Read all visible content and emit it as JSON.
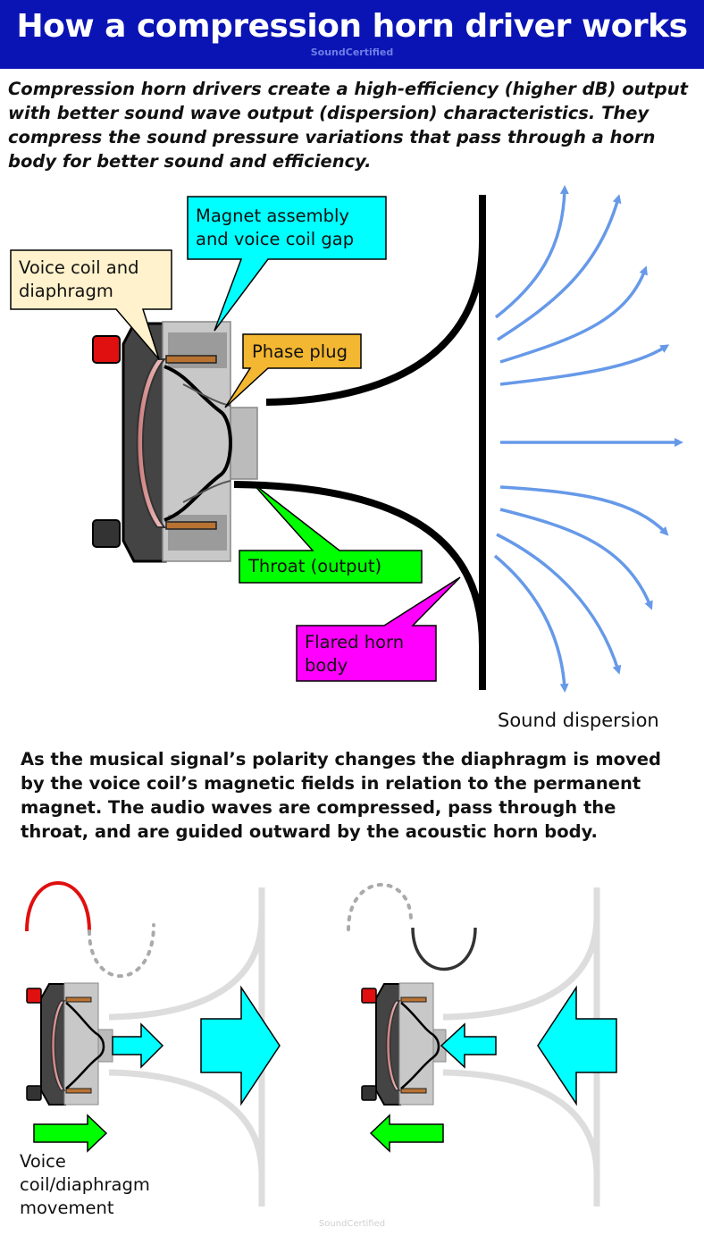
{
  "header": {
    "title": "How a compression horn driver works",
    "watermark": "SoundCertified"
  },
  "intro": "Compression horn drivers create a high-efficiency (higher dB) output with better sound wave output (dispersion) characteristics. They compress the sound pressure variations that pass through a horn body for better sound and efficiency.",
  "callouts": {
    "magnet_line1": "Magnet assembly",
    "magnet_line2": "and voice coil gap",
    "voice_coil_line1": "Voice coil and",
    "voice_coil_line2": "diaphragm",
    "phase_plug": "Phase plug",
    "throat": "Throat (output)",
    "flared_line1": "Flared horn",
    "flared_line2": "body"
  },
  "sound_dispersion": "Sound dispersion",
  "explanation": "As the musical signal’s polarity changes the diaphragm is moved by the voice coil’s magnetic fields in relation to the permanent magnet. The audio waves are compressed, pass through the throat, and are guided outward by the acoustic horn body.",
  "movement_label": {
    "line1": "Voice",
    "line2": "coil/diaphragm",
    "line3": "movement"
  },
  "watermark_bottom": "SoundCertified",
  "colors": {
    "header_bg": "#0a14b4",
    "magnet_callout": "#00ffff",
    "voice_coil_callout": "#fff2cc",
    "phase_plug_callout": "#f4b731",
    "throat_callout": "#00ff00",
    "flared_callout": "#ff00ff",
    "wave_arrows": "#6699e8",
    "positive_wave": "#e01010"
  }
}
